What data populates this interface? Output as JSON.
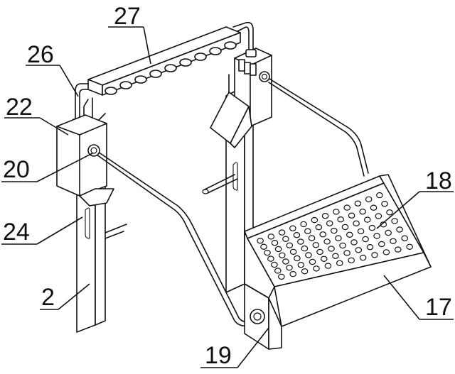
{
  "labels": {
    "n27": "27",
    "n26": "26",
    "n22": "22",
    "n20": "20",
    "n24": "24",
    "n2": "2",
    "n18": "18",
    "n17": "17",
    "n19": "19"
  }
}
